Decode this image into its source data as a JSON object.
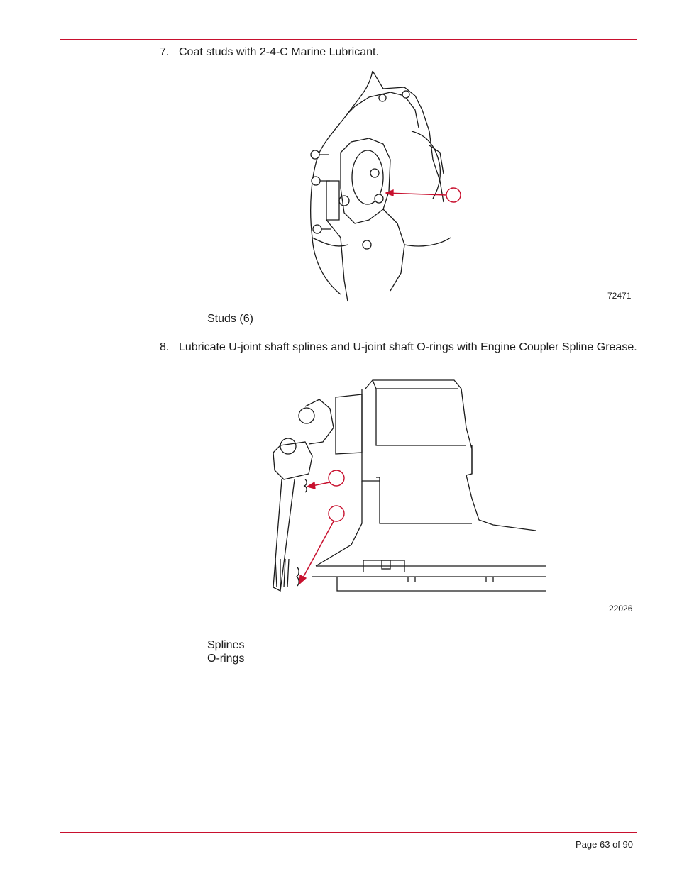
{
  "steps": [
    {
      "number": "7.",
      "text": "Coat studs with 2-4-C Marine Lubricant."
    },
    {
      "number": "8.",
      "text": "Lubricate U-joint shaft splines and U-joint shaft O-rings with Engine Coupler Spline Grease."
    }
  ],
  "figure1": {
    "id": "72471",
    "callouts": [
      "Studs (6)"
    ]
  },
  "figure2": {
    "id": "22026",
    "callouts": [
      "Splines",
      "O-rings"
    ]
  },
  "footer": {
    "page": "Page 63 of 90"
  },
  "colors": {
    "accent": "#c8102e",
    "arrow": "#c8102e",
    "text": "#1a1a1a"
  }
}
